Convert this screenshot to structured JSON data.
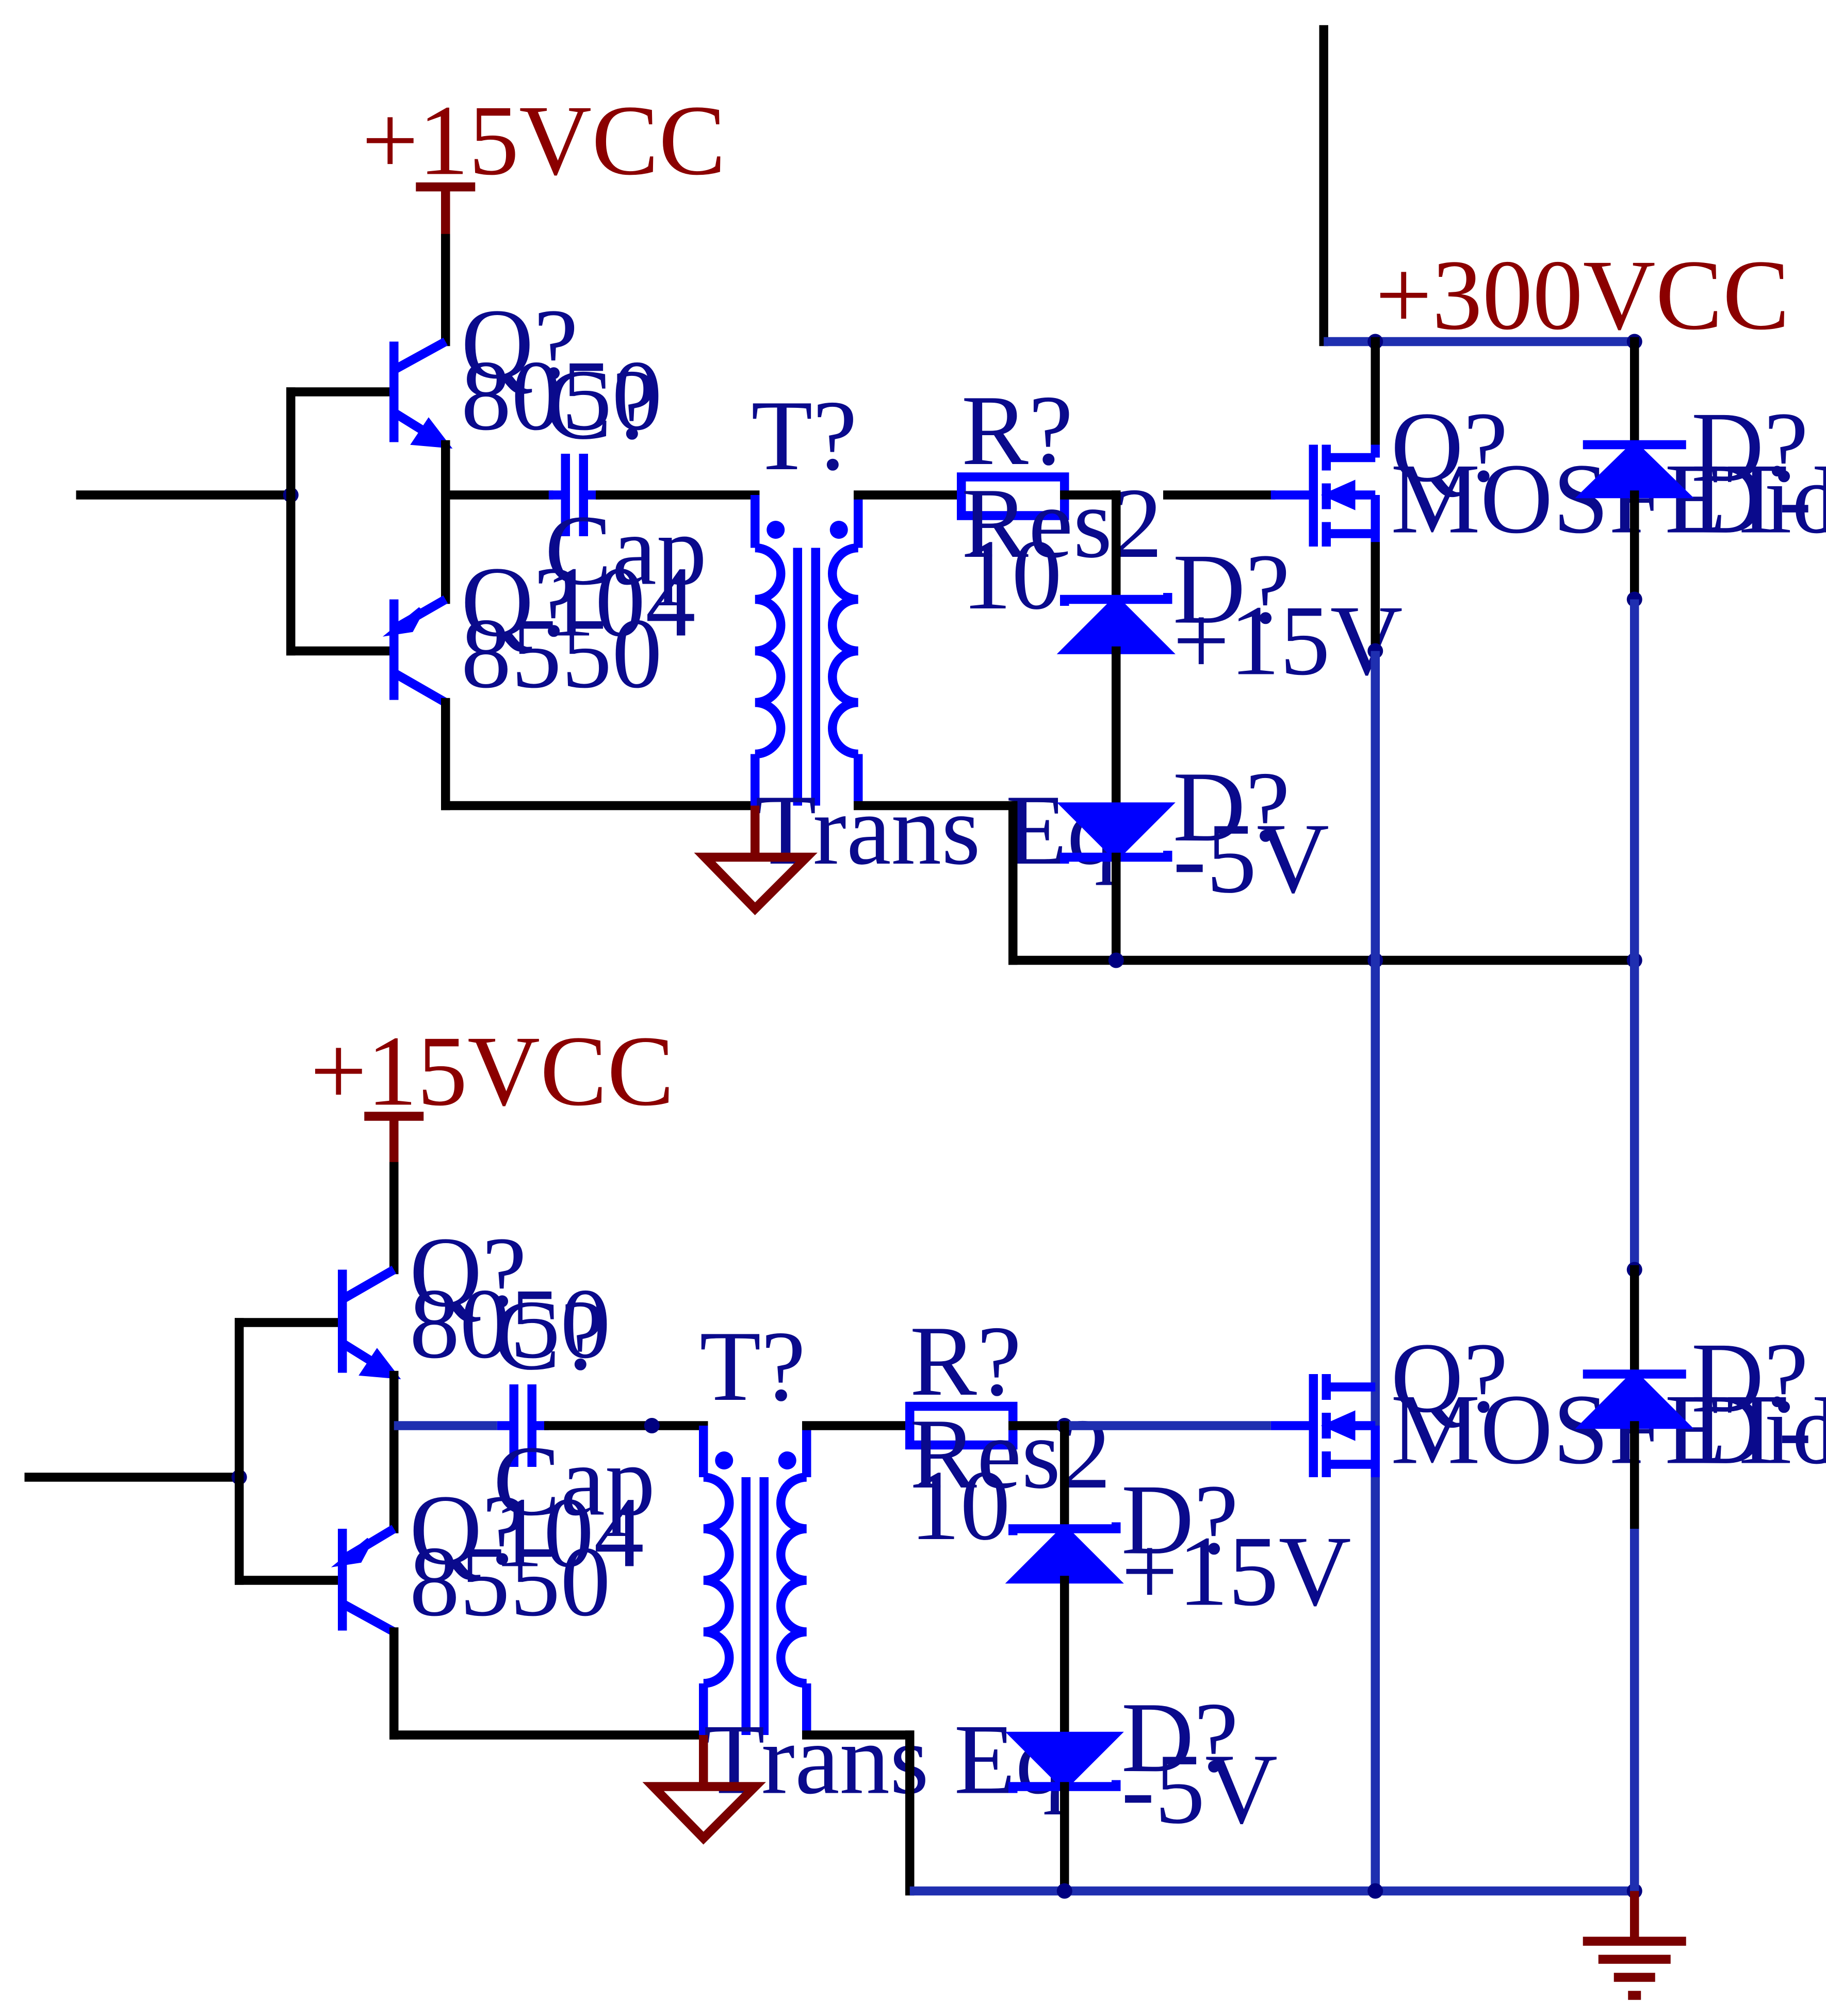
{
  "colors": {
    "wire": "#000000",
    "component": "#0000ff",
    "power": "#7a0000",
    "junction": "#000080",
    "label": "#0a0a8c",
    "power_label": "#8b0000"
  },
  "upper": {
    "vcc": "+15VCC",
    "q_npn": {
      "designator": "Q?",
      "value": "8050"
    },
    "q_pnp": {
      "designator": "Q?",
      "value": "8550"
    },
    "cap": {
      "designator": "C?",
      "type": "Cap",
      "value": "104"
    },
    "trans": {
      "designator": "T?",
      "type": "Trans Eq"
    },
    "res": {
      "designator": "R?",
      "type": "Res2",
      "value": "10"
    },
    "zener_a": {
      "designator": "D?",
      "value": "+15V"
    },
    "zener_b": {
      "designator": "D?",
      "value": "-5V"
    },
    "mosfet": {
      "designator": "Q?",
      "value": "MOSFET-N"
    },
    "diode": {
      "designator": "D?",
      "value": "Diode"
    }
  },
  "lower": {
    "vcc": "+15VCC",
    "q_npn": {
      "designator": "Q?",
      "value": "8050"
    },
    "q_pnp": {
      "designator": "Q?",
      "value": "8550"
    },
    "cap": {
      "designator": "C?",
      "type": "Cap",
      "value": "104"
    },
    "trans": {
      "designator": "T?",
      "type": "Trans Eq"
    },
    "res": {
      "designator": "R?",
      "type": "Res2",
      "value": "10"
    },
    "zener_a": {
      "designator": "D?",
      "value": "+15V"
    },
    "zener_b": {
      "designator": "D?",
      "value": "-5V"
    },
    "mosfet": {
      "designator": "Q?",
      "value": "MOSFET-N"
    },
    "diode": {
      "designator": "D?",
      "value": "Diode"
    }
  },
  "hv_rail": "+300VCC"
}
